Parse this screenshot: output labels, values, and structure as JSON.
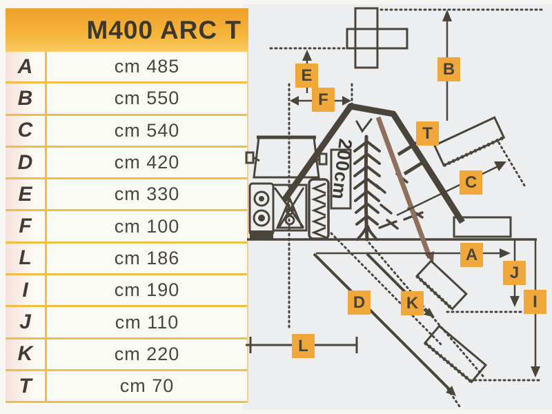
{
  "table": {
    "title": "M400 ARC T",
    "rows": [
      {
        "label": "A",
        "value": "cm 485"
      },
      {
        "label": "B",
        "value": "cm 550"
      },
      {
        "label": "C",
        "value": "cm 540"
      },
      {
        "label": "D",
        "value": "cm 420"
      },
      {
        "label": "E",
        "value": "cm 330"
      },
      {
        "label": "F",
        "value": "cm 100"
      },
      {
        "label": "L",
        "value": "cm 186"
      },
      {
        "label": "I",
        "value": "cm 190"
      },
      {
        "label": "J",
        "value": "cm 110"
      },
      {
        "label": "K",
        "value": "cm 220"
      },
      {
        "label": "T",
        "value": "cm 70"
      }
    ]
  },
  "diagram": {
    "tree_height_label": "200cm",
    "badges": [
      {
        "label": "E"
      },
      {
        "label": "F"
      },
      {
        "label": "B"
      },
      {
        "label": "T"
      },
      {
        "label": "C"
      },
      {
        "label": "A"
      },
      {
        "label": "J"
      },
      {
        "label": "I"
      },
      {
        "label": "K"
      },
      {
        "label": "D"
      },
      {
        "label": "L"
      }
    ],
    "colors": {
      "badge_orange": "#f0a83a",
      "header_orange": "#f2a52e",
      "separator_yellow": "#f1bd45",
      "line_dark": "#4a443a",
      "arm_brown": "#8f705f",
      "diagram_background": "#eceef0"
    }
  }
}
